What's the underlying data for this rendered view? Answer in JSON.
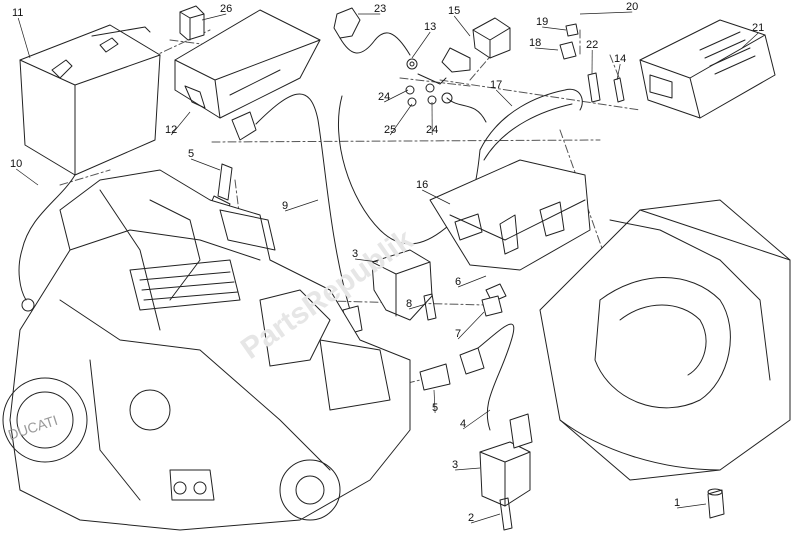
{
  "watermark": "PartsRepublik",
  "engine_brand": "DUCATI",
  "callouts": [
    {
      "id": "c11",
      "text": "11"
    },
    {
      "id": "c26",
      "text": "26"
    },
    {
      "id": "c23",
      "text": "23"
    },
    {
      "id": "c13",
      "text": "13"
    },
    {
      "id": "c15",
      "text": "15"
    },
    {
      "id": "c19",
      "text": "19"
    },
    {
      "id": "c20",
      "text": "20"
    },
    {
      "id": "c21",
      "text": "21"
    },
    {
      "id": "c18",
      "text": "18"
    },
    {
      "id": "c22",
      "text": "22"
    },
    {
      "id": "c14",
      "text": "14"
    },
    {
      "id": "c12",
      "text": "12"
    },
    {
      "id": "c24a",
      "text": "24"
    },
    {
      "id": "c25",
      "text": "25"
    },
    {
      "id": "c24b",
      "text": "24"
    },
    {
      "id": "c17",
      "text": "17"
    },
    {
      "id": "c5a",
      "text": "5"
    },
    {
      "id": "c10",
      "text": "10"
    },
    {
      "id": "c9",
      "text": "9"
    },
    {
      "id": "c16",
      "text": "16"
    },
    {
      "id": "c3a",
      "text": "3"
    },
    {
      "id": "c8",
      "text": "8"
    },
    {
      "id": "c6",
      "text": "6"
    },
    {
      "id": "c7",
      "text": "7"
    },
    {
      "id": "c5b",
      "text": "5"
    },
    {
      "id": "c4",
      "text": "4"
    },
    {
      "id": "c3b",
      "text": "3"
    },
    {
      "id": "c2",
      "text": "2"
    },
    {
      "id": "c1",
      "text": "1"
    }
  ]
}
